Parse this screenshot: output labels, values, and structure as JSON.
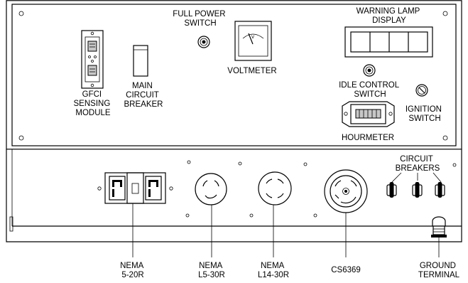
{
  "upper_panel": {
    "labels": {
      "gfci": [
        "GFCI",
        "SENSING",
        "MODULE"
      ],
      "main_breaker": [
        "MAIN",
        "CIRCUIT",
        "BREAKER"
      ],
      "full_power": [
        "FULL POWER",
        "SWITCH"
      ],
      "voltmeter": "VOLTMETER",
      "warning_lamp": [
        "WARNING LAMP",
        "DISPLAY"
      ],
      "idle_control": [
        "IDLE CONTROL",
        "SWITCH"
      ],
      "ignition": [
        "IGNITION",
        "SWITCH"
      ],
      "hourmeter": "HOURMETER"
    }
  },
  "lower_panel": {
    "labels": {
      "circuit_breakers": [
        "CIRCUIT",
        "BREAKERS"
      ]
    }
  },
  "callouts": {
    "nema_5_20r": [
      "NEMA",
      "5-20R"
    ],
    "nema_l5_30r": [
      "NEMA",
      "L5-30R"
    ],
    "nema_l14_30r": [
      "NEMA",
      "L14-30R"
    ],
    "cs6369": "CS6369",
    "ground_terminal": [
      "GROUND",
      "TERMINAL"
    ]
  }
}
